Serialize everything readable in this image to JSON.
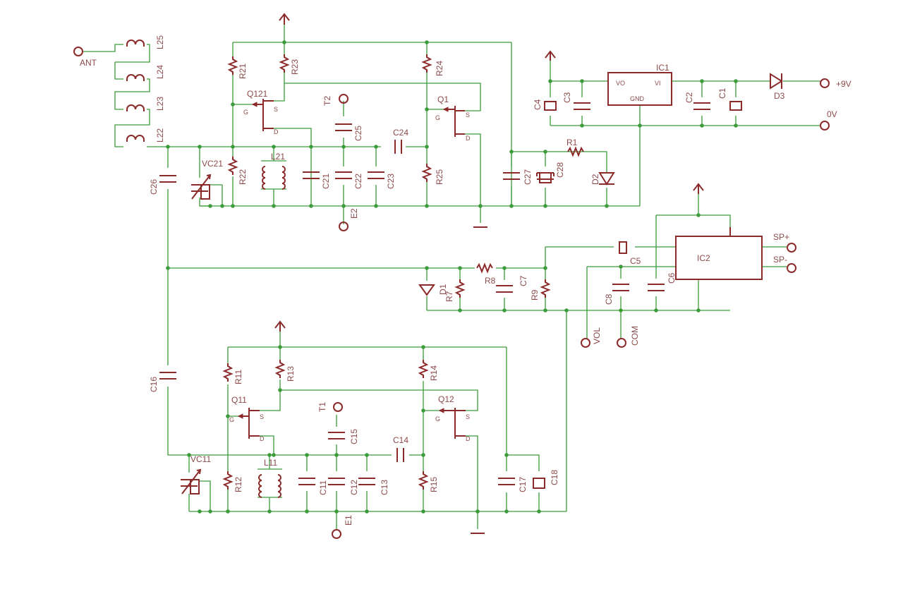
{
  "labels": {
    "ant": "ANT",
    "l25": "L25",
    "l24": "L24",
    "l23": "L23",
    "l22": "L22",
    "r21": "R21",
    "r23": "R23",
    "r22": "R22",
    "r24": "R24",
    "r25": "R25",
    "q121": "Q121",
    "q1": "Q1",
    "t2": "T2",
    "c25": "C25",
    "c24": "C24",
    "l21": "L21",
    "vc21": "VC21",
    "c21": "C21",
    "c22": "C22",
    "c23": "C23",
    "c26": "C26",
    "e2": "E2",
    "c27": "C27",
    "c28": "C28",
    "r1": "R1",
    "d2": "D2",
    "ic1": "IC1",
    "ic1_vo": "VO",
    "ic1_vi": "VI",
    "ic1_gnd": "GND",
    "c4": "C4",
    "c3": "C3",
    "c2": "C2",
    "c1": "C1",
    "d3": "D3",
    "plus9v": "+9V",
    "zero_v": "0V",
    "ic2": "IC2",
    "sp_plus": "SP+",
    "sp_minus": "SP-",
    "c5": "C5",
    "c6": "C6",
    "c8": "C8",
    "d1": "D1",
    "r7": "R7",
    "r8": "R8",
    "c7": "C7",
    "r9": "R9",
    "vol": "VOL",
    "com": "COM",
    "c16": "C16",
    "r11": "R11",
    "r13": "R13",
    "r14": "R14",
    "q11": "Q11",
    "q12": "Q12",
    "t1": "T1",
    "c15": "C15",
    "c14": "C14",
    "vc11": "VC11",
    "l11": "L11",
    "r12": "R12",
    "c11": "C11",
    "c12": "C12",
    "c13": "C13",
    "r15": "R15",
    "c17": "C17",
    "c18": "C18",
    "e1": "E1",
    "pin_g": "G",
    "pin_s": "S",
    "pin_d": "D"
  },
  "colors": {
    "wire": "#3c9c3c",
    "part": "#8c2a2a",
    "text": "#8c4a4a",
    "background": "#ffffff"
  }
}
